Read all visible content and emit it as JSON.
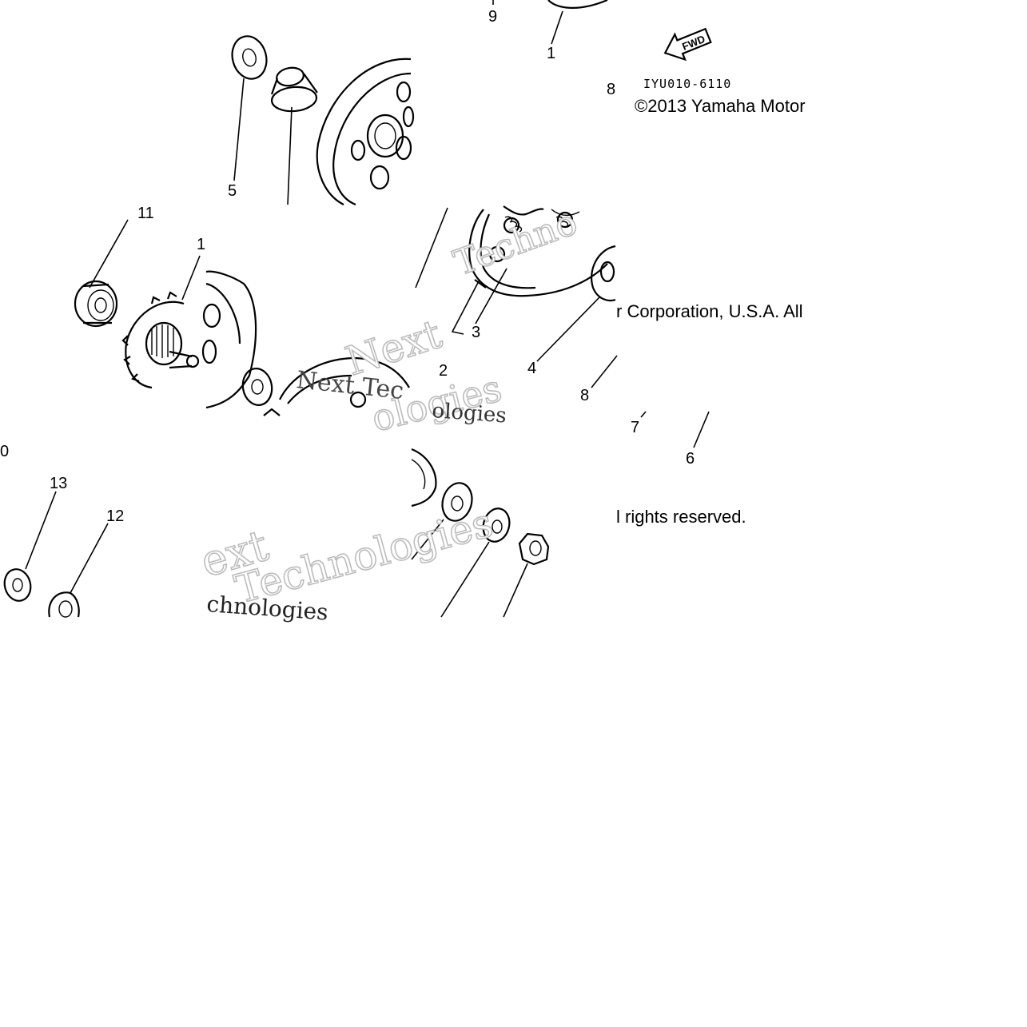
{
  "diagram": {
    "callouts": [
      "9",
      "1",
      "8",
      "5",
      "11",
      "1",
      "3",
      "2",
      "4",
      "8",
      "7",
      "6",
      "0",
      "13",
      "12"
    ],
    "diagram_code": "IYU010-6110",
    "fwd_label": "FWD",
    "copyright": {
      "line1": "©2013 Yamaha Motor",
      "line2": "r Corporation, U.S.A. All",
      "line3": "l rights reserved."
    },
    "watermark": {
      "w1": "Next",
      "w2": "Technologies",
      "w3": "Next Tec",
      "w4": "ologies",
      "w5": "ext",
      "w6": "chnologies",
      "w7": "Techno"
    }
  }
}
